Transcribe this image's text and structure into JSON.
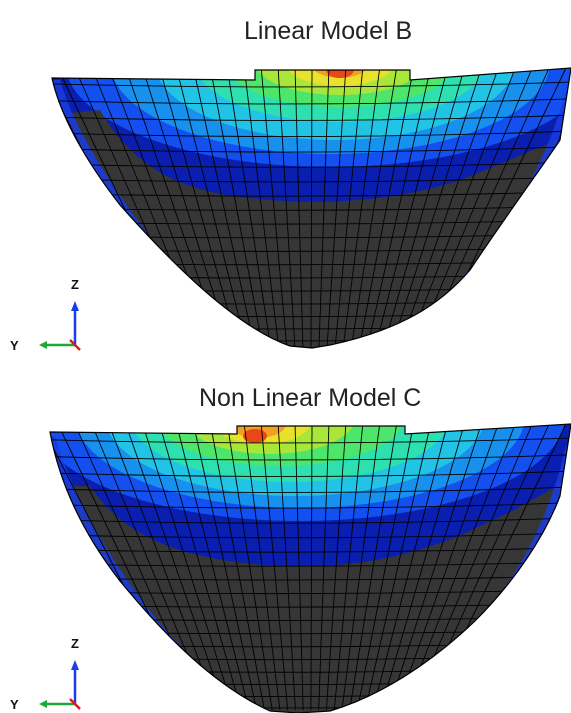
{
  "panels": [
    {
      "title": "Linear Model B",
      "axis": {
        "vertical": "Z",
        "horizontal": "Y"
      }
    },
    {
      "title": "Non Linear Model C",
      "axis": {
        "vertical": "Z",
        "horizontal": "Y"
      }
    }
  ],
  "colors": {
    "background": "#ffffff",
    "mesh_lines": "#000000",
    "contour_scale": [
      "#0a1fb0",
      "#1450f0",
      "#1890ee",
      "#22c4e6",
      "#2ee0b0",
      "#4ee66a",
      "#a8e63a",
      "#e8e22c",
      "#f2a020",
      "#e84818"
    ],
    "uncolored_region": "#363636",
    "axis_z": "#1a3cf0",
    "axis_y": "#1fa83a",
    "axis_x": "#d61c1c"
  }
}
